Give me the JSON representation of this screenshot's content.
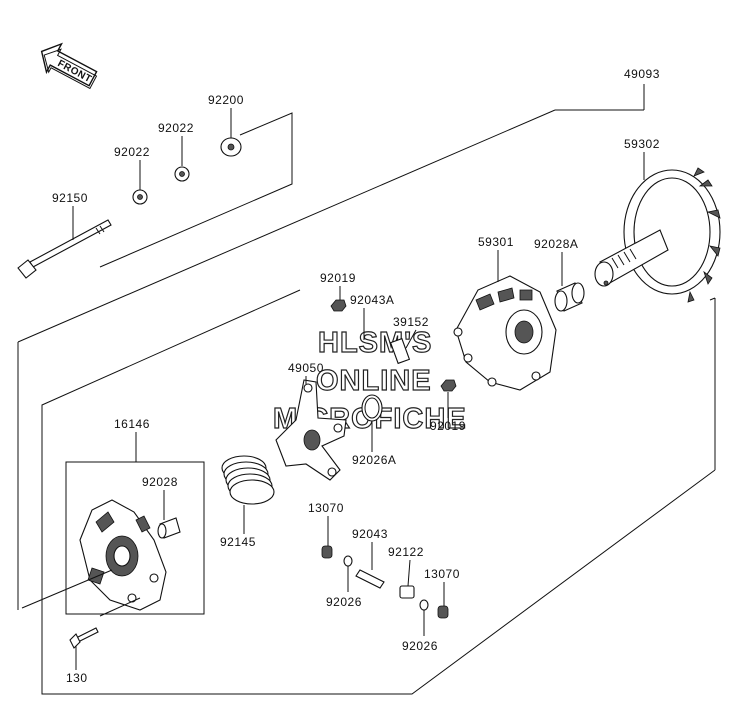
{
  "front_label": "FRONT",
  "labels": {
    "p49093": "49093",
    "p59302": "59302",
    "p59301": "59301",
    "p92028A": "92028A",
    "p92200": "92200",
    "p92022a": "92022",
    "p92022b": "92022",
    "p92150": "92150",
    "p92019a": "92019",
    "p92043A": "92043A",
    "p39152": "39152",
    "p49050": "49050",
    "p92019b": "92019",
    "p92026A": "92026A",
    "p16146": "16146",
    "p92028": "92028",
    "p92145": "92145",
    "p13070a": "13070",
    "p92043": "92043",
    "p92122": "92122",
    "p13070b": "13070",
    "p92026a": "92026",
    "p92026b": "92026",
    "p130": "130"
  },
  "watermark": {
    "line1": "HLSM'S",
    "line2": "ONLINE",
    "line3": "MICROFICHE"
  },
  "icons": [
    "front-arrow-icon"
  ]
}
